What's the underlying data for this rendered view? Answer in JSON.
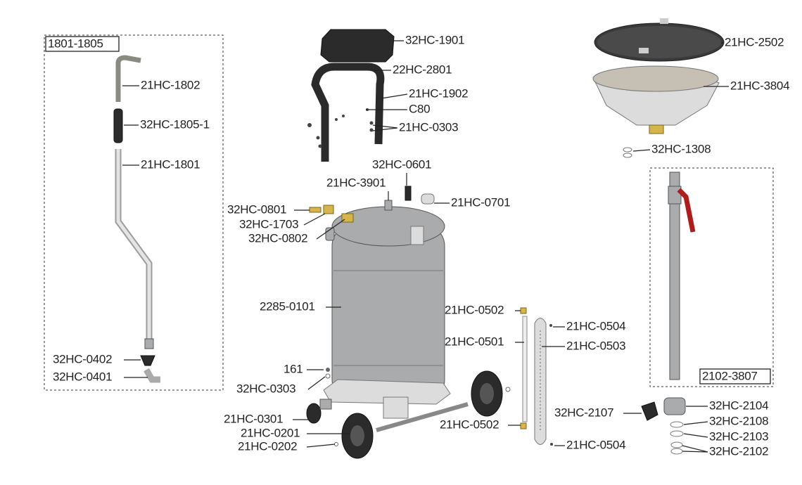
{
  "groups": {
    "hose_kit": "1801-1805",
    "probe_kit": "2102-3807"
  },
  "labels": {
    "l1802": "21HC-1802",
    "l1805_1": "32HC-1805-1",
    "l1801": "21HC-1801",
    "l0402": "32HC-0402",
    "l0401": "32HC-0401",
    "l1901": "32HC-1901",
    "l2801": "22HC-2801",
    "l1902": "21HC-1902",
    "c80": "C80",
    "l0303a": "21HC-0303",
    "l0601": "32HC-0601",
    "l3901": "21HC-3901",
    "l0701": "21HC-0701",
    "l0801": "32HC-0801",
    "l1703": "32HC-1703",
    "l0802": "32HC-0802",
    "l0101": "2285-0101",
    "l161": "161",
    "l0303b": "32HC-0303",
    "l0301": "21HC-0301",
    "l0201": "21HC-0201",
    "l0202": "21HC-0202",
    "l0502a": "21HC-0502",
    "l0501": "21HC-0501",
    "l0502b": "21HC-0502",
    "l0504a": "21HC-0504",
    "l0503": "21HC-0503",
    "l0504b": "21HC-0504",
    "l2502": "21HC-2502",
    "l3804": "21HC-3804",
    "l1308": "32HC-1308",
    "l2107": "32HC-2107",
    "l2104": "32HC-2104",
    "l2108": "32HC-2108",
    "l2103": "32HC-2103",
    "l2102": "32HC-2102"
  },
  "colors": {
    "metal": "#a9abad",
    "rubber": "#2b2b2b",
    "brass": "#d6b64a",
    "handle": "#b01c1c"
  }
}
